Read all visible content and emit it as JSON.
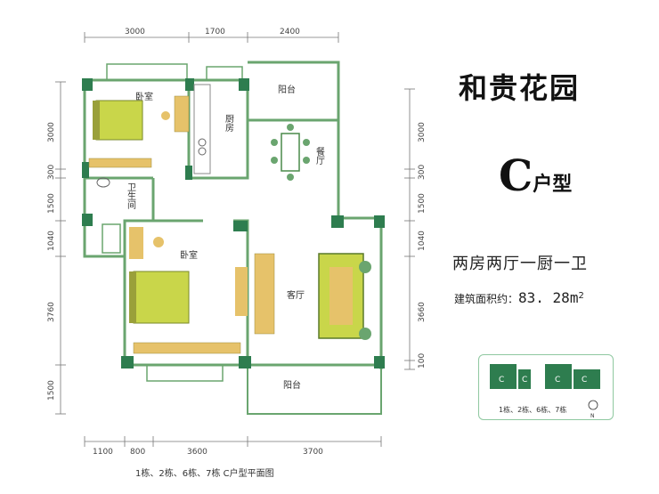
{
  "estate_name": "和贵花园",
  "unit_type": {
    "letter": "C",
    "suffix": "户型"
  },
  "layout_desc": "两房两厅一厨一卫",
  "area": {
    "label": "建筑面积约：",
    "value": "83. 28m",
    "sup": "2"
  },
  "caption": "1栋、2栋、6栋、7栋 C户型平面图",
  "keyplan": {
    "units": [
      "C",
      "C",
      "C",
      "C"
    ],
    "label": "1栋、2栋、6栋、7栋",
    "north": "N"
  },
  "rooms": {
    "bedroom_top": "卧室",
    "kitchen": "厨房",
    "balcony_top": "阳台",
    "dining": "餐厅",
    "bathroom": "卫生间",
    "bedroom_bottom": "卧室",
    "living": "客厅",
    "balcony_bottom": "阳台"
  },
  "dims": {
    "top": [
      "3000",
      "1700",
      "2400"
    ],
    "bottom": [
      "1100",
      "800",
      "3600",
      "3700"
    ],
    "left": [
      "3000",
      "300",
      "1500",
      "1040",
      "3760",
      "1500"
    ],
    "right": [
      "3000",
      "300",
      "1500",
      "1040",
      "3660",
      "100"
    ]
  },
  "colors": {
    "wall": "#2e7d4f",
    "wall_light": "#6aa56f",
    "furniture": "#c9d64a",
    "bed": "#9aa03a",
    "line": "#777777"
  }
}
